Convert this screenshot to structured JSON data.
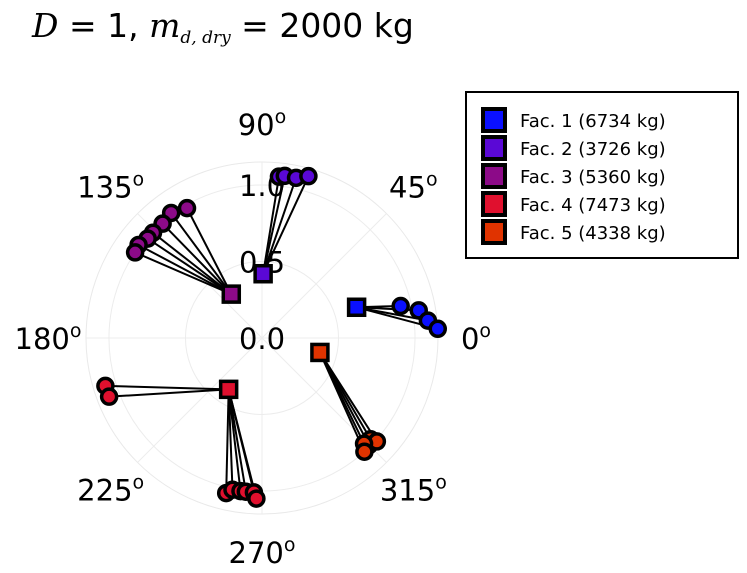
{
  "title": {
    "math_left": "D",
    "eq1": " = 1, ",
    "math_mid": "m",
    "sub": "d, dry",
    "eq2": " = 2000 kg"
  },
  "chart_data": {
    "type": "scatter",
    "projection": "polar",
    "r_ticks": [
      0.0,
      0.5,
      1.0
    ],
    "r_tick_labels": [
      "0.0",
      "0.5",
      "1.0"
    ],
    "angle_ticks_deg": [
      0,
      45,
      90,
      135,
      180,
      225,
      270,
      315
    ],
    "angle_tick_labels": [
      "0",
      "45",
      "90",
      "135",
      "180",
      "225",
      "270",
      "315"
    ],
    "rlim": [
      0,
      1.15
    ],
    "grid": true,
    "legend_position": "top-right",
    "series": [
      {
        "name": "Fac. 1 (6734 kg)",
        "color": "#0a10ff",
        "facility": {
          "theta": 18,
          "r": 0.65
        },
        "endpoints": [
          {
            "theta": 13,
            "r": 0.93
          },
          {
            "theta": 10,
            "r": 1.04
          },
          {
            "theta": 6,
            "r": 1.09
          },
          {
            "theta": 3,
            "r": 1.15
          }
        ]
      },
      {
        "name": "Fac. 2 (3726 kg)",
        "color": "#5a08d6",
        "facility": {
          "theta": 89,
          "r": 0.42
        },
        "endpoints": [
          {
            "theta": 84,
            "r": 1.06
          },
          {
            "theta": 82,
            "r": 1.07
          },
          {
            "theta": 78,
            "r": 1.07
          },
          {
            "theta": 74,
            "r": 1.1
          }
        ]
      },
      {
        "name": "Fac. 3 (5360 kg)",
        "color": "#8c0a88",
        "facility": {
          "theta": 125,
          "r": 0.35
        },
        "endpoints": [
          {
            "theta": 120,
            "r": 0.98
          },
          {
            "theta": 126,
            "r": 1.01
          },
          {
            "theta": 131,
            "r": 0.99
          },
          {
            "theta": 136,
            "r": 0.99
          },
          {
            "theta": 139,
            "r": 0.99
          },
          {
            "theta": 143,
            "r": 1.01
          },
          {
            "theta": 146,
            "r": 1.0
          }
        ]
      },
      {
        "name": "Fac. 4 (7473 kg)",
        "color": "#e0102e",
        "facility": {
          "theta": 237,
          "r": 0.4
        },
        "endpoints": [
          {
            "theta": 197,
            "r": 1.07
          },
          {
            "theta": 201,
            "r": 1.07
          },
          {
            "theta": 257,
            "r": 1.04
          },
          {
            "theta": 259,
            "r": 1.01
          },
          {
            "theta": 262,
            "r": 1.01
          },
          {
            "theta": 264,
            "r": 1.01
          },
          {
            "theta": 267,
            "r": 1.01
          },
          {
            "theta": 268,
            "r": 1.05
          }
        ]
      },
      {
        "name": "Fac. 5 (4338 kg)",
        "color": "#e03300",
        "facility": {
          "theta": 346,
          "r": 0.39
        },
        "endpoints": [
          {
            "theta": 317,
            "r": 0.97
          },
          {
            "theta": 315,
            "r": 0.99
          },
          {
            "theta": 318,
            "r": 1.01
          },
          {
            "theta": 314,
            "r": 0.96
          },
          {
            "theta": 312,
            "r": 1.0
          }
        ]
      }
    ]
  }
}
